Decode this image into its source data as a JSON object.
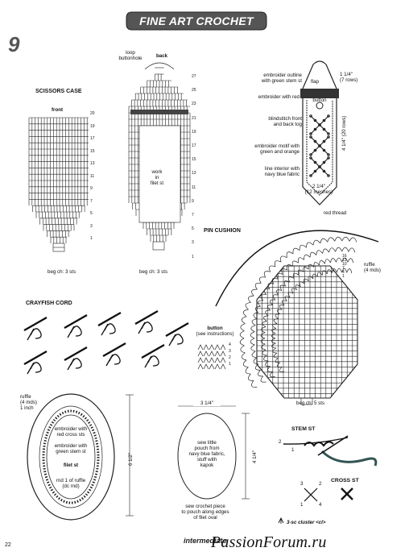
{
  "header": {
    "title": "FINE ART CROCHET",
    "figure_number": "9"
  },
  "scissors_case": {
    "title": "SCISSORS CASE",
    "front_label": "front",
    "back_label": "back",
    "loop_label": "loop\nbuttonhole",
    "work_label": "work\nin\nfilet st",
    "beg_front": "beg ch: 3 sts",
    "beg_back": "beg ch: 3 sts",
    "front_rows": [
      "20",
      "19",
      "17",
      "15",
      "13",
      "11",
      "9",
      "7",
      "5",
      "3",
      "1"
    ],
    "back_rows": [
      "27",
      "25",
      "23",
      "21",
      "19",
      "17",
      "15",
      "13",
      "11",
      "9",
      "7",
      "5",
      "3",
      "1"
    ]
  },
  "glasses_case": {
    "outline_label": "embroider outline\nwith green stem st",
    "flap_label": "flap",
    "red_label": "embroider with red",
    "button_label": "button",
    "blindstitch_label": "blindstitch front\nand back tog",
    "motif_label": "embroider motif with\ngreen and orange",
    "lining_label": "line interior with\nnavy blue fabric",
    "dim_top": "1 1/4\"\n(7 rows)",
    "dim_side": "4 1/4\" (20 rows)",
    "dim_bottom": "2 1/4\"\n(12 meshes)"
  },
  "pin_cushion": {
    "title": "PIN CUSHION",
    "red_thread": "red thread",
    "ruffle_label": "ruffle\n(4 mds)",
    "beg_label": "beg ch: 5 sts",
    "row_marks": [
      "1",
      "4",
      "7",
      "10",
      "13",
      "16"
    ]
  },
  "crayfish": {
    "title": "CRAYFISH CORD"
  },
  "button_section": {
    "title": "button",
    "subtitle": "(see instructions)",
    "rows": [
      "4",
      "3",
      "2",
      "1"
    ]
  },
  "oval": {
    "ruffle_label": "ruffle\n(4 mds)\n1 inch",
    "red_cross": "embroider with\nred cross sts",
    "green_stem": "embroider with\ngreen stem st",
    "filet": "filet st",
    "rnd": "rnd 1 of ruffle\n(dc rnd)",
    "height": "6 1/2\""
  },
  "pouch": {
    "width": "3 1/4\"",
    "height": "4 1/4\"",
    "inside": "sew little\npouch from\nnavy blue fabric,\nstuff with\nkapok",
    "below": "sew crochet piece\nto pouch along edges\nof filet oval"
  },
  "stitches": {
    "stem": "STEM ST",
    "cross": "CROSS ST",
    "cluster": "3-sc cluster <cl>",
    "cross_numbers": [
      "3",
      "2",
      "1",
      "4"
    ],
    "stem_numbers": [
      "2",
      "1"
    ]
  },
  "footer": {
    "page_number": "22",
    "level": "intermediate",
    "watermark": "PassionForum.ru"
  },
  "colors": {
    "banner": "#555555",
    "ink": "#111111",
    "grey": "#777777"
  }
}
